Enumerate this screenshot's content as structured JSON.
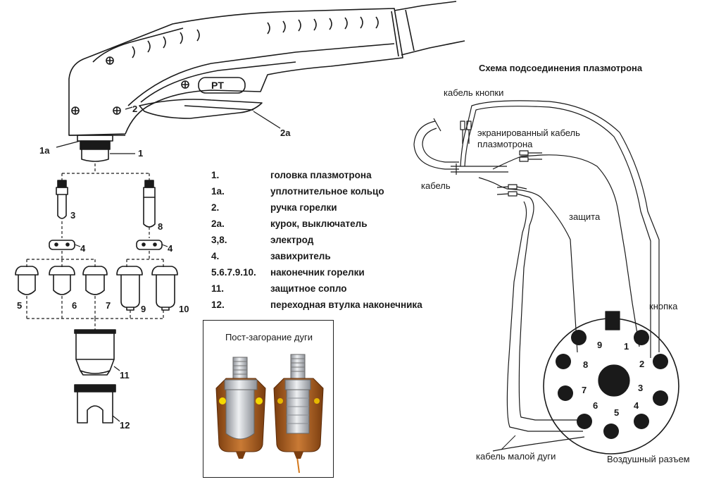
{
  "torch_labels": {
    "l1a": "1a",
    "l1": "1",
    "l2": "2",
    "l2a": "2a",
    "l3": "3",
    "l8": "8",
    "l4_left": "4",
    "l4_right": "4",
    "l5": "5",
    "l6": "6",
    "l7": "7",
    "l9": "9",
    "l10": "10",
    "l11": "11",
    "l12": "12",
    "handle_mark": "PT"
  },
  "legend": [
    {
      "key": "1.",
      "text": "головка плазмотрона"
    },
    {
      "key": "1а.",
      "text": "уплотнительное кольцо"
    },
    {
      "key": "2.",
      "text": "ручка горелки"
    },
    {
      "key": "2а.",
      "text": "курок, выключатель"
    },
    {
      "key": "3,8.",
      "text": "электрод"
    },
    {
      "key": "4.",
      "text": "завихритель"
    },
    {
      "key": "5.6.7.9.10.",
      "text": "наконечник горелки"
    },
    {
      "key": "11.",
      "text": "защитное сопло"
    },
    {
      "key": "12.",
      "text": "переходная втулка наконечника"
    }
  ],
  "photo_panel": {
    "title": "Пост-загорание дуги"
  },
  "wiring": {
    "title": "Схема подсоединения плазмотрона",
    "button_cable": "кабель кнопки",
    "shielded_cable_line1": "экранированный кабель",
    "shielded_cable_line2": "плазмотрона",
    "cable": "кабель",
    "shield": "защита",
    "button": "кнопка",
    "pilot_arc_cable": "кабель малой дуги",
    "air_connector": "Воздушный разъем",
    "pins": [
      "1",
      "2",
      "3",
      "4",
      "5",
      "6",
      "7",
      "8",
      "9"
    ]
  },
  "colors": {
    "line": "#1a1a1a",
    "copper": "#b5651d",
    "copper_dark": "#7a3d0f",
    "silver": "#c9ccd1",
    "spark": "#f5d800"
  }
}
